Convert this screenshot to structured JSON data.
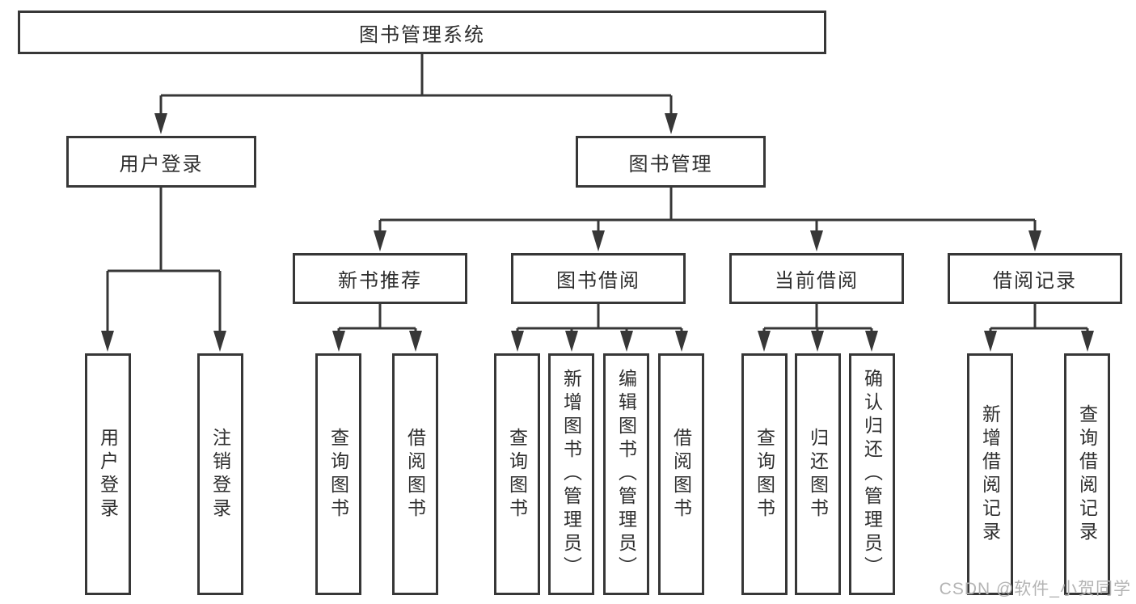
{
  "diagram_type": "functional-structure-tree",
  "watermark": "CSDN @软件_小贺同学",
  "colors": {
    "line": "#373737",
    "box_border": "#373737",
    "text": "#2e2e2e",
    "watermark": "#b4b4b4",
    "background": "#ffffff"
  },
  "tree": {
    "root": {
      "label": "图书管理系统",
      "children": [
        {
          "label": "用户登录",
          "children": [
            {
              "label": "用户登录"
            },
            {
              "label": "注销登录"
            }
          ]
        },
        {
          "label": "图书管理",
          "children": [
            {
              "label": "新书推荐",
              "children": [
                {
                  "label": "查询图书"
                },
                {
                  "label": "借阅图书"
                }
              ]
            },
            {
              "label": "图书借阅",
              "children": [
                {
                  "label": "查询图书"
                },
                {
                  "label": "新增图书（管理员）"
                },
                {
                  "label": "编辑图书（管理员）"
                },
                {
                  "label": "借阅图书"
                }
              ]
            },
            {
              "label": "当前借阅",
              "children": [
                {
                  "label": "查询图书"
                },
                {
                  "label": "归还图书"
                },
                {
                  "label": "确认归还（管理员）"
                }
              ]
            },
            {
              "label": "借阅记录",
              "children": [
                {
                  "label": "新增借阅记录"
                },
                {
                  "label": "查询借阅记录"
                }
              ]
            }
          ]
        }
      ]
    }
  }
}
